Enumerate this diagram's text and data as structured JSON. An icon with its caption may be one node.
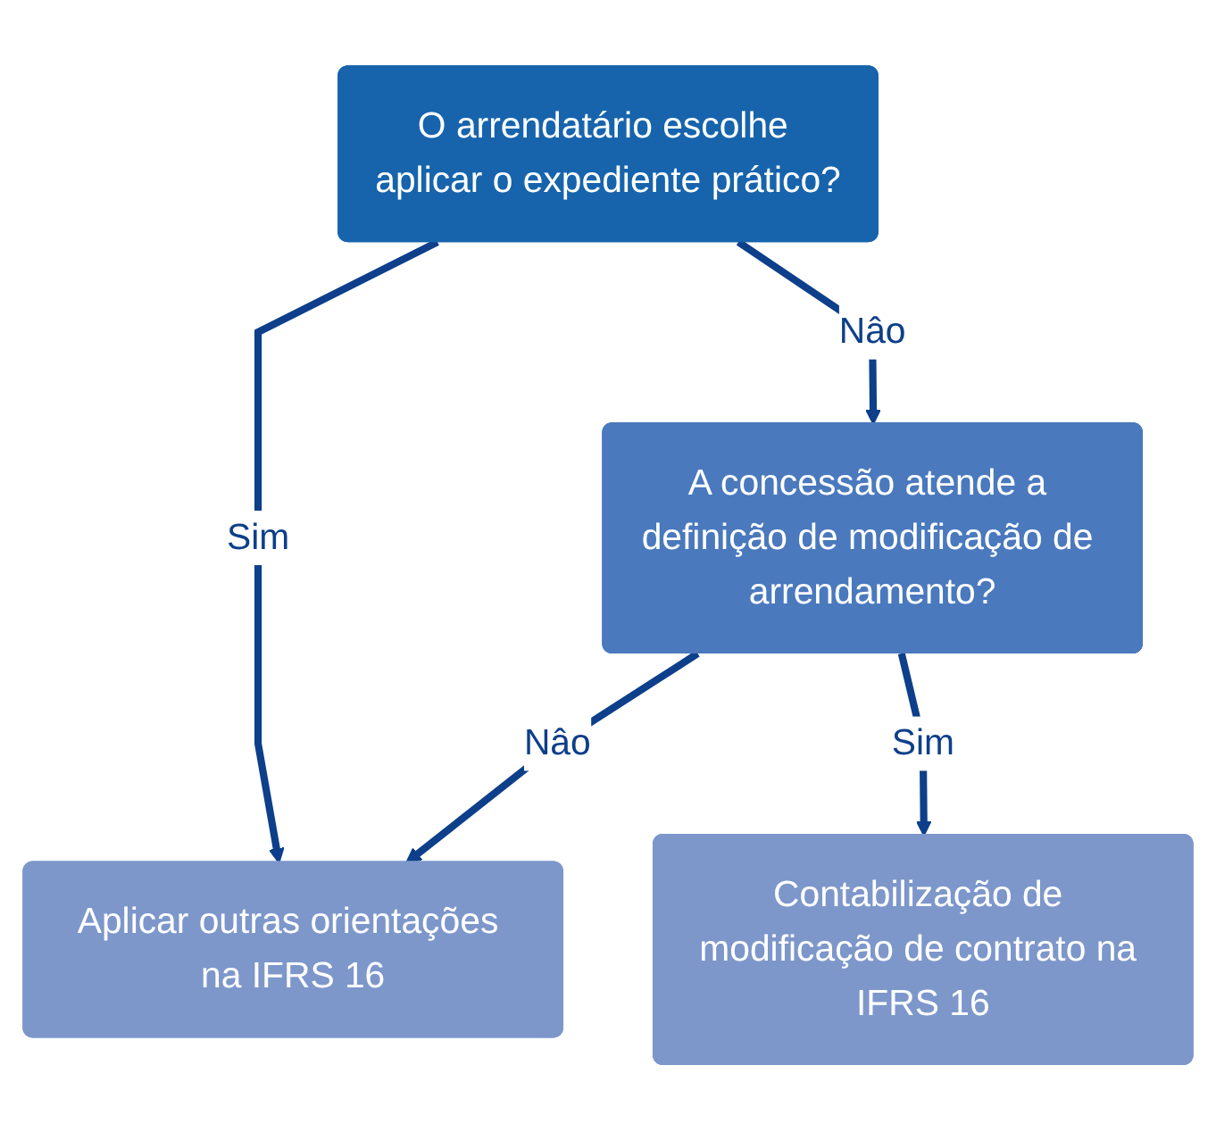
{
  "diagram": {
    "nodes": [
      {
        "text": [
          "O arrendatário escolhe aplicar o expediente prático?"
        ]
      },
      {
        "text": [
          "A concessão atende a definição de modificação de arrendamento?"
        ]
      },
      {
        "text": [
          "Aplicar outras orientações na IFRS 16"
        ]
      },
      {
        "text": [
          "Contabilização de modificação de contrato na IFRS 16"
        ]
      }
    ],
    "edges": [
      {
        "from": 0,
        "to": 2,
        "arrow": "to",
        "label": "Sim"
      },
      {
        "from": 0,
        "to": 1,
        "arrow": "to",
        "label": "Nâo"
      },
      {
        "from": 1,
        "to": 2,
        "arrow": "to",
        "label": "Nâo"
      },
      {
        "from": 1,
        "to": 3,
        "arrow": "to",
        "label": "Sim"
      }
    ]
  }
}
